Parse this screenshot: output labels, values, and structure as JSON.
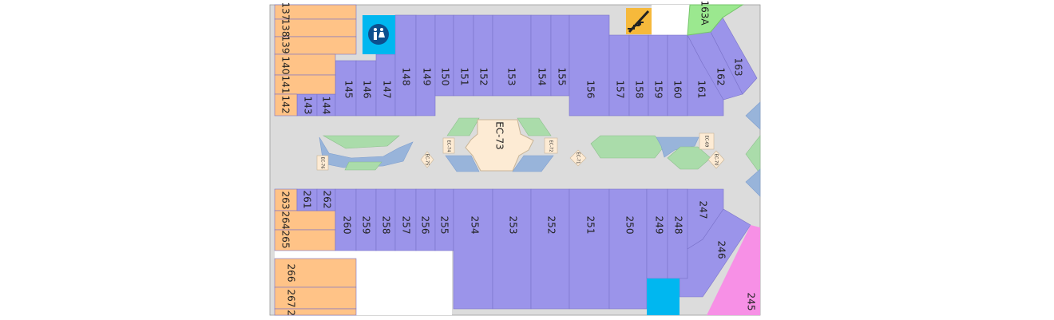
{
  "colors": {
    "corridor": "#dcdcdc",
    "store": "#9b94ea",
    "anchor": "#ffc387",
    "restroom": "#00b7f0",
    "green": "#aadcaa",
    "blue": "#98b4da",
    "kiosk": "#fdebd4",
    "pink": "#f790e6",
    "lime": "#9be88f",
    "orange_icon": "#f6b93b"
  },
  "icons": {
    "restroom": "restroom-icon",
    "escalator": "escalator-icon"
  },
  "labels": {
    "top": [
      "143",
      "144",
      "145",
      "146",
      "147",
      "148",
      "149",
      "150",
      "151",
      "152",
      "153",
      "154",
      "155",
      "156",
      "157",
      "158",
      "159",
      "160",
      "161",
      "162",
      "163"
    ],
    "bottom": [
      "260",
      "259",
      "258",
      "257",
      "256",
      "255",
      "254",
      "253",
      "252",
      "251",
      "250",
      "249",
      "248",
      "247",
      "246",
      "245"
    ],
    "left_top": [
      "137",
      "138",
      "139",
      "140",
      "141",
      "142"
    ],
    "left_bottom": [
      "261",
      "262",
      "263",
      "264",
      "265",
      "266",
      "267",
      "2"
    ],
    "partial": "163A",
    "center_kiosk": "EC-73",
    "small_kiosks": [
      "EC-76",
      "EC-75",
      "EC-74",
      "EC-72",
      "EC-71",
      "EC-69",
      "EC-70"
    ]
  }
}
